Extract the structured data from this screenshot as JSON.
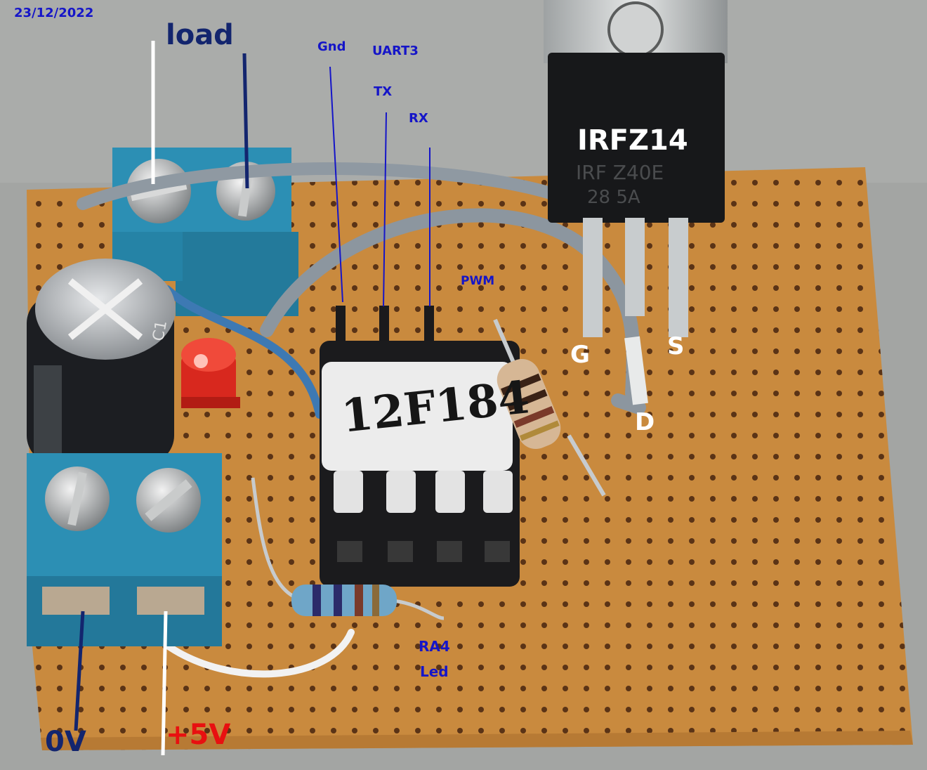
{
  "photo": {
    "date_stamp": "23/12/2022",
    "annotations": {
      "load": "load",
      "gnd": "Gnd",
      "uart": "UART3",
      "tx": "TX",
      "rx": "RX",
      "pwm": "PWM",
      "mosfet": "IRFZ14",
      "gate": "G",
      "source": "S",
      "drain": "D",
      "led_pin": "RA4",
      "led_word": "Led",
      "zero_volt": "0V",
      "plus_five": "+5V"
    },
    "component_markings": {
      "chip": "12F184",
      "mosfet_print_1": "IRF Z40E",
      "mosfet_print_2": "28 5A",
      "capacitor_print": "C1"
    },
    "colors": {
      "board": "#c98a3e",
      "terminal_block": "#2c8fb4",
      "annotation_blue": "#1515c8",
      "annotation_navy": "#13256e",
      "annotation_red": "#e81010"
    }
  }
}
